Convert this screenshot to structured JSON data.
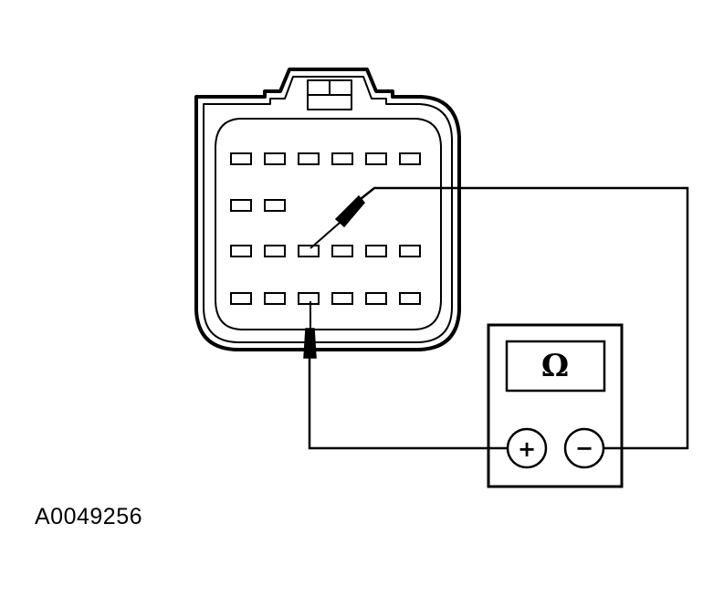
{
  "meter": {
    "display_symbol": "Ω",
    "positive_terminal": "+",
    "negative_terminal": "−"
  },
  "figure": {
    "reference_id": "A0049256"
  },
  "connector": {
    "rows": [
      {
        "cavities": 6
      },
      {
        "cavities": 2
      },
      {
        "cavities": 6
      },
      {
        "cavities": 6
      }
    ],
    "probe_cavities": [
      {
        "row": 3,
        "col": 3
      },
      {
        "row": 4,
        "col": 3
      }
    ]
  },
  "colors": {
    "line": "#000000",
    "background": "#ffffff"
  }
}
